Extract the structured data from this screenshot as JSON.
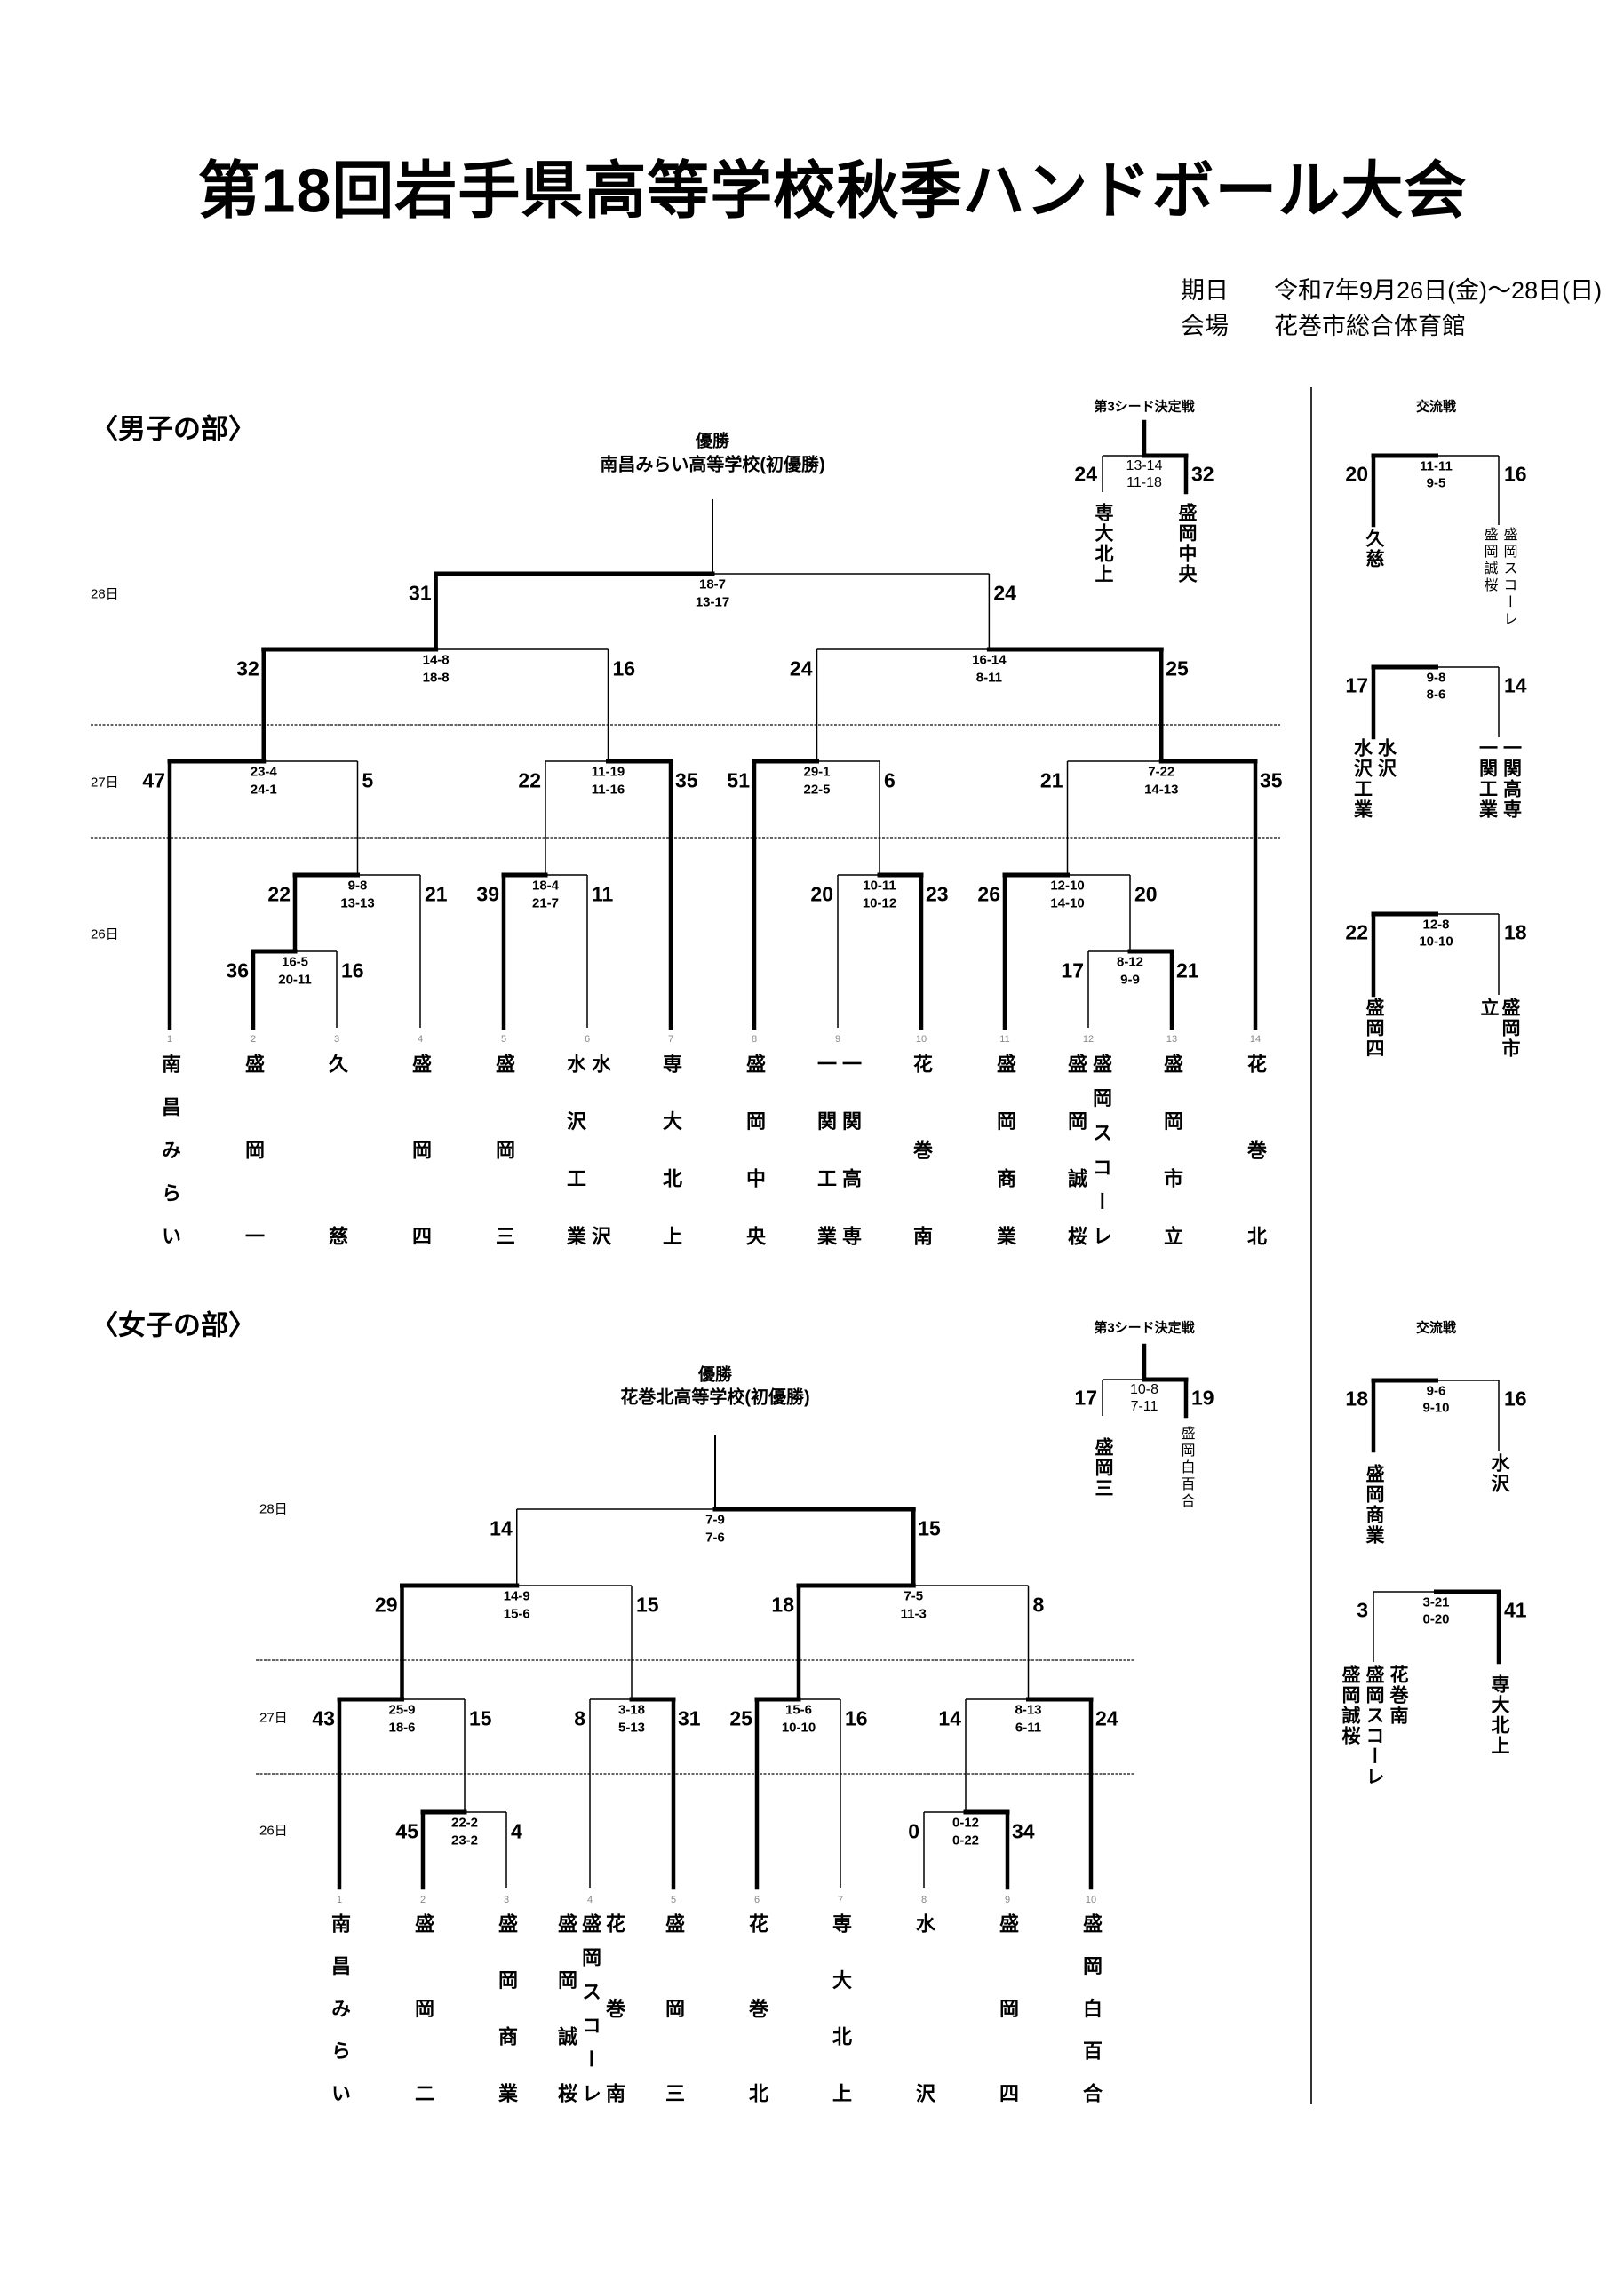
{
  "title": "第18回岩手県高等学校秋季ハンドボール大会",
  "info": {
    "date_label": "期日",
    "date": "令和7年9月26日(金)～28日(日)",
    "venue_label": "会場",
    "venue": "花巻市総合体育館"
  },
  "men": {
    "section_label": "〈男子の部〉",
    "champion_label": "優勝",
    "champion": "南昌みらい高等学校(初優勝)",
    "days": {
      "d28": "28日",
      "d27": "27日",
      "d26": "26日"
    },
    "teams": [
      {
        "no": "1",
        "names": [
          "南昌みらい"
        ]
      },
      {
        "no": "2",
        "names": [
          "盛岡一"
        ]
      },
      {
        "no": "3",
        "names": [
          "久慈"
        ]
      },
      {
        "no": "4",
        "names": [
          "盛岡四"
        ]
      },
      {
        "no": "5",
        "names": [
          "盛岡三"
        ]
      },
      {
        "no": "6",
        "names": [
          "水沢工業",
          "水沢"
        ]
      },
      {
        "no": "7",
        "names": [
          "専大北上"
        ]
      },
      {
        "no": "8",
        "names": [
          "盛岡中央"
        ]
      },
      {
        "no": "9",
        "names": [
          "一関工業",
          "一関高専"
        ]
      },
      {
        "no": "10",
        "names": [
          "花巻南"
        ]
      },
      {
        "no": "11",
        "names": [
          "盛岡商業"
        ]
      },
      {
        "no": "12",
        "names": [
          "盛岡誠桜",
          "盛岡スコーレ"
        ]
      },
      {
        "no": "13",
        "names": [
          "盛岡市立"
        ]
      },
      {
        "no": "14",
        "names": [
          "花巻北"
        ]
      }
    ],
    "matches": [
      {
        "id": "final",
        "round": "final",
        "left": "sf1",
        "right": "sf2",
        "score": [
          "31",
          "24"
        ],
        "halves": [
          "18-7",
          "13-17"
        ],
        "winner": "left"
      },
      {
        "id": "sf1",
        "round": "sf",
        "left": "qf1",
        "right": "qf2",
        "score": [
          "32",
          "16"
        ],
        "halves": [
          "14-8",
          "18-8"
        ],
        "winner": "left"
      },
      {
        "id": "sf2",
        "round": "sf",
        "left": "qf3",
        "right": "qf4",
        "score": [
          "24",
          "25"
        ],
        "halves": [
          "16-14",
          "8-11"
        ],
        "winner": "right"
      },
      {
        "id": "qf1",
        "round": "qf",
        "left": "t1",
        "right": "r1a",
        "score": [
          "47",
          "5"
        ],
        "halves": [
          "23-4",
          "24-1"
        ],
        "winner": "left"
      },
      {
        "id": "qf2",
        "round": "qf",
        "left": "r1b",
        "right": "t7",
        "score": [
          "22",
          "35"
        ],
        "halves": [
          "11-19",
          "11-16"
        ],
        "winner": "right"
      },
      {
        "id": "qf3",
        "round": "qf",
        "left": "t8",
        "right": "r1c",
        "score": [
          "51",
          "6"
        ],
        "halves": [
          "29-1",
          "22-5"
        ],
        "winner": "left"
      },
      {
        "id": "qf4",
        "round": "qf",
        "left": "r1d",
        "right": "t14",
        "score": [
          "21",
          "35"
        ],
        "halves": [
          "7-22",
          "14-13"
        ],
        "winner": "right"
      },
      {
        "id": "r1a",
        "round": "r1",
        "left": "r0a",
        "right": "t4",
        "score": [
          "22",
          "21"
        ],
        "halves": [
          "9-8",
          "13-13"
        ],
        "winner": "left"
      },
      {
        "id": "r1b",
        "round": "r1",
        "left": "t5",
        "right": "t6",
        "score": [
          "39",
          "11"
        ],
        "halves": [
          "18-4",
          "21-7"
        ],
        "winner": "left"
      },
      {
        "id": "r1c",
        "round": "r1",
        "left": "t9",
        "right": "t10",
        "score": [
          "20",
          "23"
        ],
        "halves": [
          "10-11",
          "10-12"
        ],
        "winner": "right"
      },
      {
        "id": "r1d",
        "round": "r1",
        "left": "t11",
        "right": "r0b",
        "score": [
          "26",
          "20"
        ],
        "halves": [
          "12-10",
          "14-10"
        ],
        "winner": "left"
      },
      {
        "id": "r0a",
        "round": "r0",
        "left": "t2",
        "right": "t3",
        "score": [
          "36",
          "16"
        ],
        "halves": [
          "16-5",
          "20-11"
        ],
        "winner": "left"
      },
      {
        "id": "r0b",
        "round": "r0",
        "left": "t12",
        "right": "t13",
        "score": [
          "17",
          "21"
        ],
        "halves": [
          "8-12",
          "9-9"
        ],
        "winner": "right"
      }
    ],
    "third_seed": {
      "title": "第3シード決定戦",
      "score": [
        "24",
        "32"
      ],
      "halves": [
        "13-14",
        "11-18"
      ],
      "winner": "right",
      "left_names": [
        "専大北上"
      ],
      "right_names": [
        "盛岡中央"
      ]
    },
    "exchange": {
      "title": "交流戦",
      "matches": [
        {
          "score": [
            "20",
            "16"
          ],
          "halves": [
            "11-11",
            "9-5"
          ],
          "winner": "left",
          "left_names": [
            "久慈"
          ],
          "right_names": [
            "盛岡誠桜",
            "盛岡スコーレ"
          ]
        },
        {
          "score": [
            "17",
            "14"
          ],
          "halves": [
            "9-8",
            "8-6"
          ],
          "winner": "left",
          "left_names": [
            "水沢工業",
            "水沢"
          ],
          "right_names": [
            "一関工業",
            "一関高専"
          ]
        },
        {
          "score": [
            "22",
            "18"
          ],
          "halves": [
            "12-8",
            "10-10"
          ],
          "winner": "left",
          "left_names": [
            "盛岡四"
          ],
          "right_names": [
            "盛岡市立"
          ]
        }
      ]
    }
  },
  "women": {
    "section_label": "〈女子の部〉",
    "champion_label": "優勝",
    "champion": "花巻北高等学校(初優勝)",
    "days": {
      "d28": "28日",
      "d27": "27日",
      "d26": "26日"
    },
    "teams": [
      {
        "no": "1",
        "names": [
          "南昌みらい"
        ]
      },
      {
        "no": "2",
        "names": [
          "盛岡二"
        ]
      },
      {
        "no": "3",
        "names": [
          "盛岡商業"
        ]
      },
      {
        "no": "4",
        "names": [
          "盛岡誠桜",
          "盛岡スコーレ",
          "花巻南"
        ]
      },
      {
        "no": "5",
        "names": [
          "盛岡三"
        ]
      },
      {
        "no": "6",
        "names": [
          "花巻北"
        ]
      },
      {
        "no": "7",
        "names": [
          "専大北上"
        ]
      },
      {
        "no": "8",
        "names": [
          "水沢"
        ]
      },
      {
        "no": "9",
        "names": [
          "盛岡四"
        ]
      },
      {
        "no": "10",
        "names": [
          "盛岡白百合"
        ]
      }
    ],
    "matches": [
      {
        "id": "final",
        "round": "final",
        "left": "sf1",
        "right": "sf2",
        "score": [
          "14",
          "15"
        ],
        "halves": [
          "7-9",
          "7-6"
        ],
        "winner": "right"
      },
      {
        "id": "sf1",
        "round": "sf",
        "left": "qf1",
        "right": "qf2",
        "score": [
          "29",
          "15"
        ],
        "halves": [
          "14-9",
          "15-6"
        ],
        "winner": "left"
      },
      {
        "id": "sf2",
        "round": "sf",
        "left": "qf3",
        "right": "qf4",
        "score": [
          "18",
          "8"
        ],
        "halves": [
          "7-5",
          "11-3"
        ],
        "winner": "left"
      },
      {
        "id": "qf1",
        "round": "qf",
        "left": "t1",
        "right": "r0a",
        "score": [
          "43",
          "15"
        ],
        "halves": [
          "25-9",
          "18-6"
        ],
        "winner": "left"
      },
      {
        "id": "qf2",
        "round": "qf",
        "left": "t4",
        "right": "t5",
        "score": [
          "8",
          "31"
        ],
        "halves": [
          "3-18",
          "5-13"
        ],
        "winner": "right"
      },
      {
        "id": "qf3",
        "round": "qf",
        "left": "t6",
        "right": "t7",
        "score": [
          "25",
          "16"
        ],
        "halves": [
          "15-6",
          "10-10"
        ],
        "winner": "left"
      },
      {
        "id": "qf4",
        "round": "qf",
        "left": "r0b",
        "right": "t10",
        "score": [
          "14",
          "24"
        ],
        "halves": [
          "8-13",
          "6-11"
        ],
        "winner": "right"
      },
      {
        "id": "r0a",
        "round": "r0",
        "left": "t2",
        "right": "t3",
        "score": [
          "45",
          "4"
        ],
        "halves": [
          "22-2",
          "23-2"
        ],
        "winner": "left"
      },
      {
        "id": "r0b",
        "round": "r0",
        "left": "t8",
        "right": "t9",
        "score": [
          "0",
          "34"
        ],
        "halves": [
          "0-12",
          "0-22"
        ],
        "winner": "right"
      }
    ],
    "third_seed": {
      "title": "第3シード決定戦",
      "score": [
        "17",
        "19"
      ],
      "halves": [
        "10-8",
        "7-11"
      ],
      "winner": "right",
      "left_names": [
        "盛岡三"
      ],
      "right_names": [
        "盛岡白百合"
      ]
    },
    "exchange": {
      "title": "交流戦",
      "matches": [
        {
          "score": [
            "18",
            "16"
          ],
          "halves": [
            "9-6",
            "9-10"
          ],
          "winner": "left",
          "left_names": [
            "盛岡商業"
          ],
          "right_names": [
            "水沢"
          ]
        },
        {
          "score": [
            "3",
            "41"
          ],
          "halves": [
            "3-21",
            "0-20"
          ],
          "winner": "right",
          "left_names": [
            "盛岡誠桜",
            "盛岡スコーレ",
            "花巻南"
          ],
          "right_names": [
            "専大北上"
          ]
        }
      ]
    }
  }
}
